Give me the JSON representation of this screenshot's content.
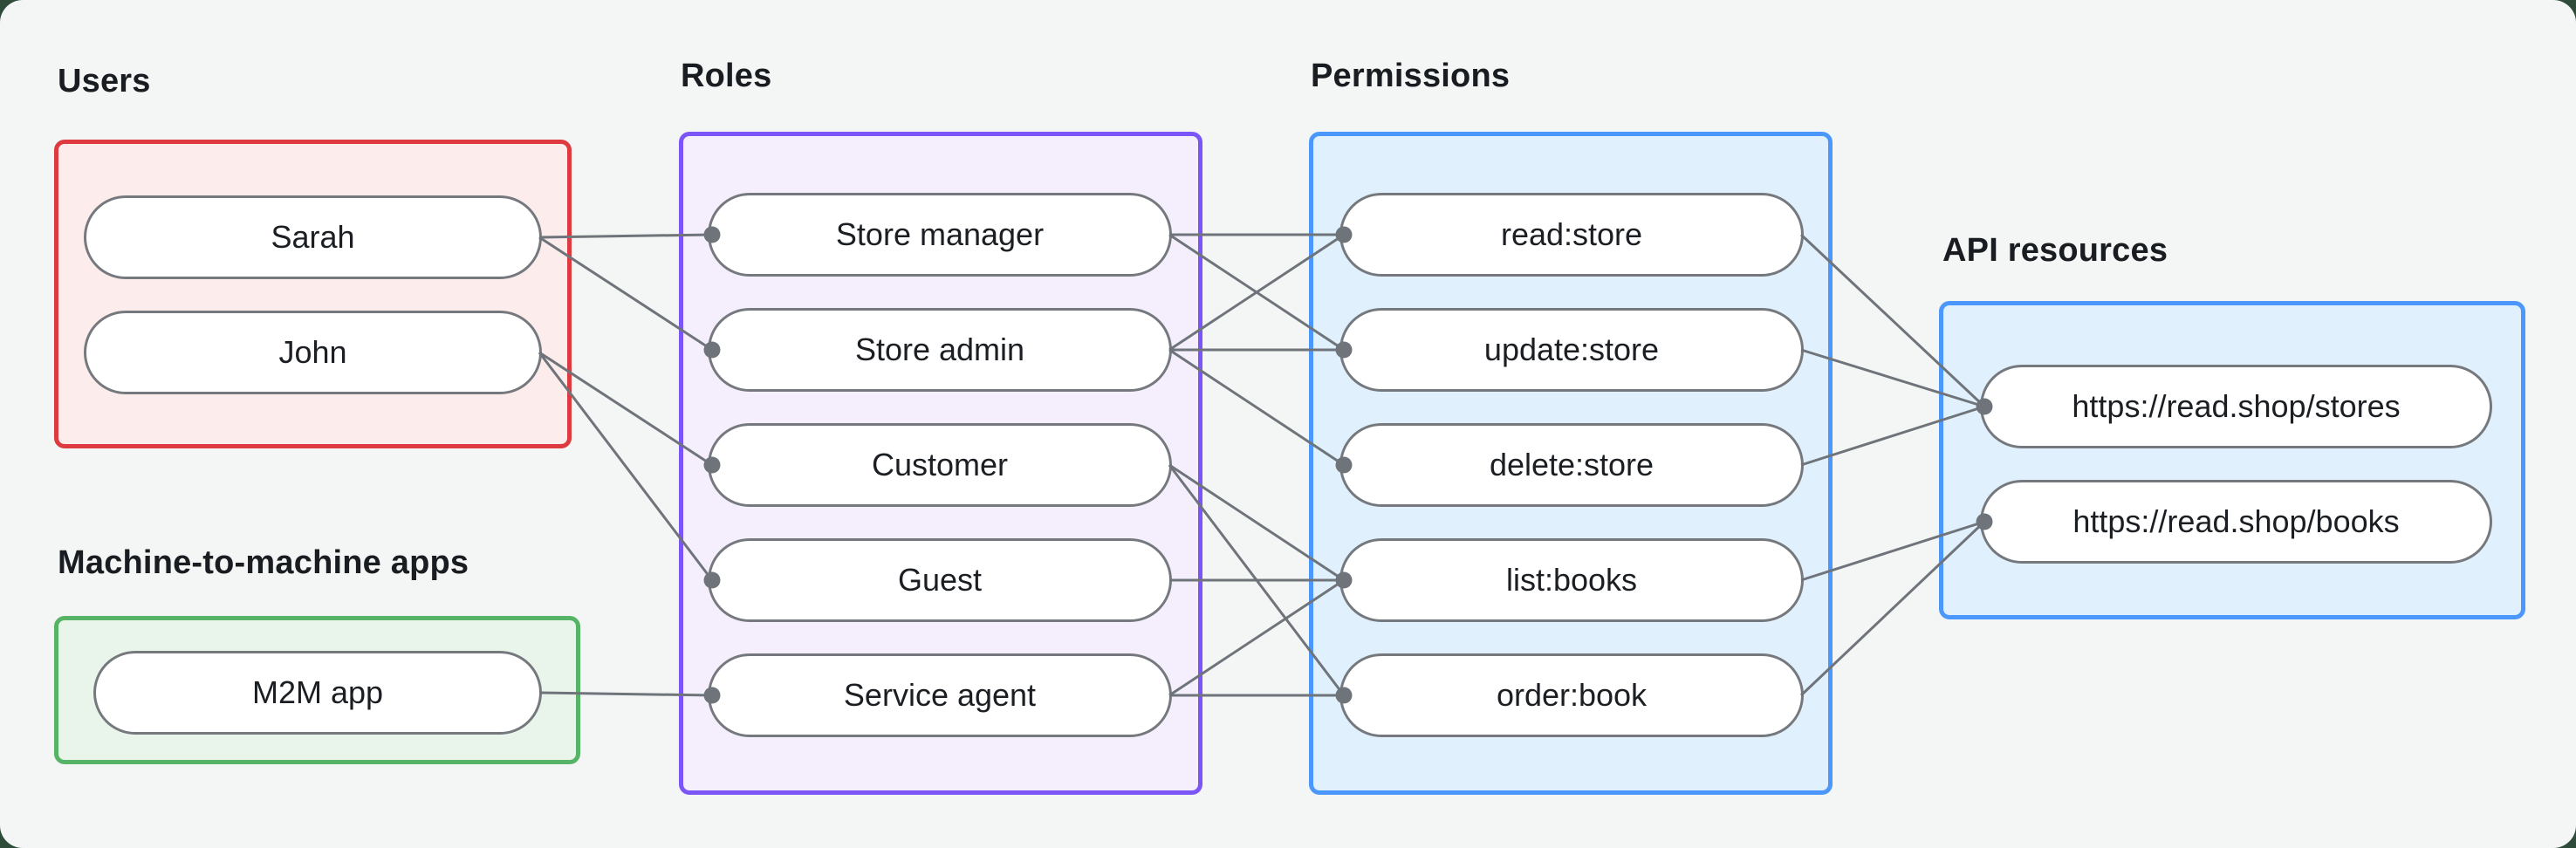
{
  "groups": {
    "users": {
      "label": "Users",
      "border": "#de3b41",
      "fill": "#fcecec"
    },
    "m2m": {
      "label": "Machine-to-machine apps",
      "border": "#57b467",
      "fill": "#e9f5eb"
    },
    "roles": {
      "label": "Roles",
      "border": "#7b55f7",
      "fill": "#f5effd"
    },
    "permissions": {
      "label": "Permissions",
      "border": "#4b97fb",
      "fill": "#e0f0fd"
    },
    "api": {
      "label": "API resources",
      "border": "#4b97fb",
      "fill": "#e0f0fd"
    }
  },
  "nodes": {
    "sarah": {
      "label": "Sarah"
    },
    "john": {
      "label": "John"
    },
    "m2m_app": {
      "label": "M2M app"
    },
    "store_manager": {
      "label": "Store manager"
    },
    "store_admin": {
      "label": "Store admin"
    },
    "customer": {
      "label": "Customer"
    },
    "guest": {
      "label": "Guest"
    },
    "service_agent": {
      "label": "Service agent"
    },
    "read_store": {
      "label": "read:store"
    },
    "update_store": {
      "label": "update:store"
    },
    "delete_store": {
      "label": "delete:store"
    },
    "list_books": {
      "label": "list:books"
    },
    "order_book": {
      "label": "order:book"
    },
    "stores_api": {
      "label": "https://read.shop/stores"
    },
    "books_api": {
      "label": "https://read.shop/books"
    }
  },
  "edges": [
    {
      "from": "sarah",
      "to": "store_manager"
    },
    {
      "from": "sarah",
      "to": "store_admin"
    },
    {
      "from": "john",
      "to": "customer"
    },
    {
      "from": "john",
      "to": "guest"
    },
    {
      "from": "m2m_app",
      "to": "service_agent"
    },
    {
      "from": "store_manager",
      "to": "read_store"
    },
    {
      "from": "store_manager",
      "to": "update_store"
    },
    {
      "from": "store_admin",
      "to": "read_store"
    },
    {
      "from": "store_admin",
      "to": "update_store"
    },
    {
      "from": "store_admin",
      "to": "delete_store"
    },
    {
      "from": "customer",
      "to": "list_books"
    },
    {
      "from": "customer",
      "to": "order_book"
    },
    {
      "from": "guest",
      "to": "list_books"
    },
    {
      "from": "service_agent",
      "to": "list_books"
    },
    {
      "from": "service_agent",
      "to": "order_book"
    },
    {
      "from": "read_store",
      "to": "stores_api"
    },
    {
      "from": "update_store",
      "to": "stores_api"
    },
    {
      "from": "delete_store",
      "to": "stores_api"
    },
    {
      "from": "list_books",
      "to": "books_api"
    },
    {
      "from": "order_book",
      "to": "books_api"
    }
  ],
  "style": {
    "edge_color": "#6f747a",
    "dot_color": "#6f747a",
    "panel_background": "#f4f6f5",
    "outer_background": "#2f4c3a"
  }
}
